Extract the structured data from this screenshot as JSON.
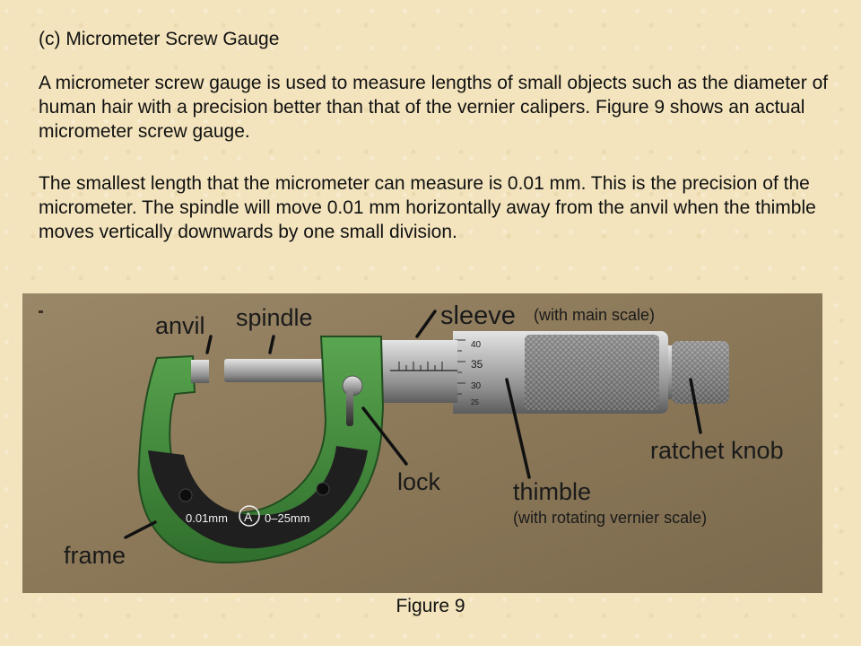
{
  "heading": "(c) Micrometer Screw Gauge",
  "paragraphs": [
    "A micrometer screw gauge is used to measure lengths of small objects such as the diameter of human hair with a precision better than that of the vernier calipers. Figure 9 shows an actual micrometer screw gauge.",
    "The smallest length that the micrometer can measure is 0.01 mm. This is the precision of the micrometer. The spindle will move 0.01 mm horizontally away from the anvil when the thimble moves vertically downwards by one small division."
  ],
  "labels": {
    "anvil": "anvil",
    "spindle": "spindle",
    "sleeve": "sleeve",
    "sleeve_note": "(with main scale)",
    "ratchet": "ratchet knob",
    "lock": "lock",
    "thimble": "thimble",
    "thimble_note": "(with rotating vernier scale)",
    "frame": "frame"
  },
  "device_markings": {
    "resolution": "0.01mm",
    "range": "0–25mm",
    "brand": "A",
    "scale_40": "40",
    "scale_35": "35",
    "scale_30": "30",
    "scale_25": "25"
  },
  "caption": "Figure 9",
  "colors": {
    "frame_green": "#3f8a3a",
    "photo_background": "#8d7a5f"
  }
}
